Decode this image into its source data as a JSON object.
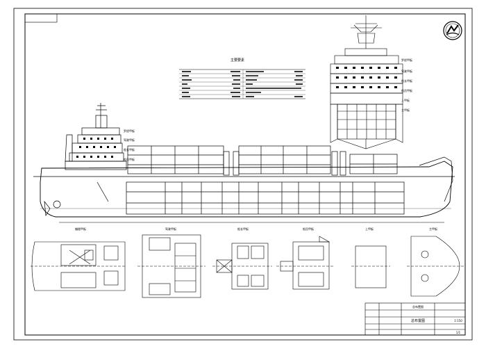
{
  "drawing": {
    "title_block_label": "总布置图",
    "title_block_right": "总布置图",
    "scale_text": "1:150",
    "sheet_no": "1/1",
    "spec_title": "主要要素",
    "view_labels": [
      "艏楼甲板",
      "驾驶甲板",
      "船长甲板",
      "船员甲板",
      "上甲板",
      "主甲板"
    ],
    "deck_labels_left": [
      "罗经甲板",
      "驾驶甲板",
      "船长甲板",
      "船员甲板"
    ],
    "deck_labels_right": [
      "罗经甲板",
      "驾驶甲板",
      "船长甲板",
      "船员甲板",
      "上甲板",
      "主甲板"
    ]
  },
  "colors": {
    "line": "#000000",
    "background": "#ffffff"
  },
  "icons": {
    "logo": "company-seal-icon",
    "emblem": "wave-emblem-icon"
  }
}
